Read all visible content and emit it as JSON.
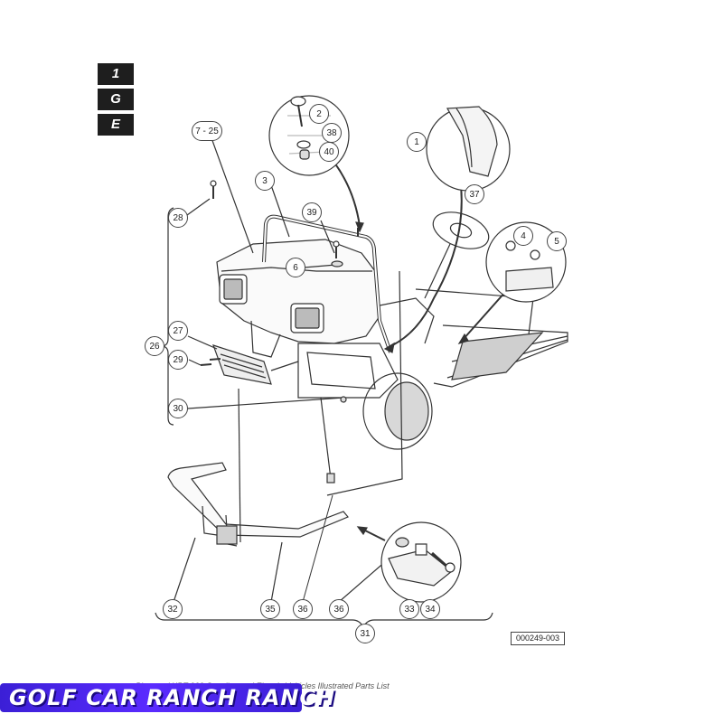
{
  "section_tabs": [
    "1",
    "G",
    "E"
  ],
  "callouts": {
    "c1": "1",
    "c2": "2",
    "c3": "3",
    "c4": "4",
    "c5": "5",
    "c6": "6",
    "c7_25": "7 - 25",
    "c26": "26",
    "c27": "27",
    "c28": "28",
    "c29": "29",
    "c30": "30",
    "c31": "31",
    "c32": "32",
    "c33": "33",
    "c34": "34",
    "c35": "35",
    "c36a": "36",
    "c36b": "36",
    "c37": "37",
    "c38": "38",
    "c39": "39",
    "c40": "40"
  },
  "figure_code": "000249-003",
  "footer": "Plus, and XRT 900 Gasoline and Electric Vehicles Illustrated Parts List",
  "watermark": "GOLF CAR RANCH RANCH"
}
